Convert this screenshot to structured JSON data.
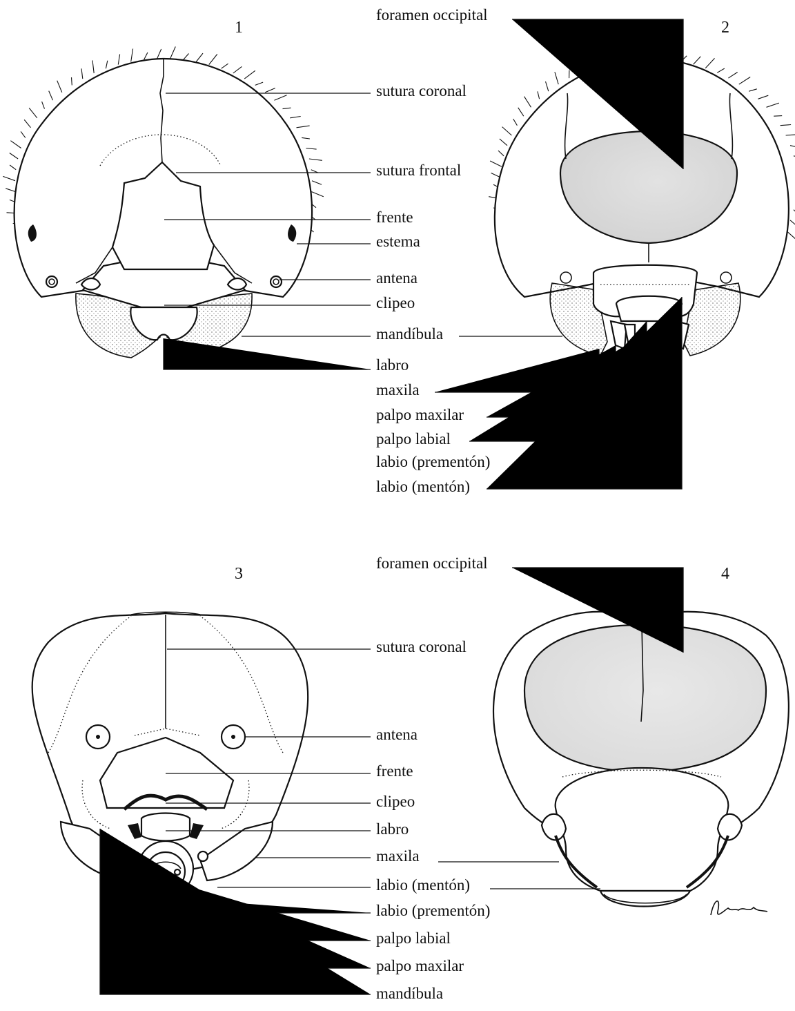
{
  "panels": [
    {
      "number": "1",
      "labels": [
        "sutura coronal",
        "sutura frontal",
        "frente",
        "estema",
        "antena",
        "clipeo",
        "mandíbula",
        "labro"
      ]
    },
    {
      "number": "2",
      "labels": [
        "foramen occipital",
        "maxila",
        "palpo maxilar",
        "palpo labial",
        "labio (prementón)",
        "labio (mentón)"
      ]
    },
    {
      "number": "3",
      "labels": [
        "sutura coronal",
        "antena",
        "frente",
        "clipeo",
        "labro",
        "maxila",
        "labio (mentón)",
        "labio (prementón)",
        "palpo labial",
        "palpo maxilar",
        "mandíbula"
      ]
    },
    {
      "number": "4",
      "labels": [
        "foramen occipital"
      ]
    }
  ],
  "signature": "Dimonka",
  "colors": {
    "ink": "#111111",
    "foramen_fill": "#dcdcdc",
    "mandible_stipple": "#555555"
  }
}
